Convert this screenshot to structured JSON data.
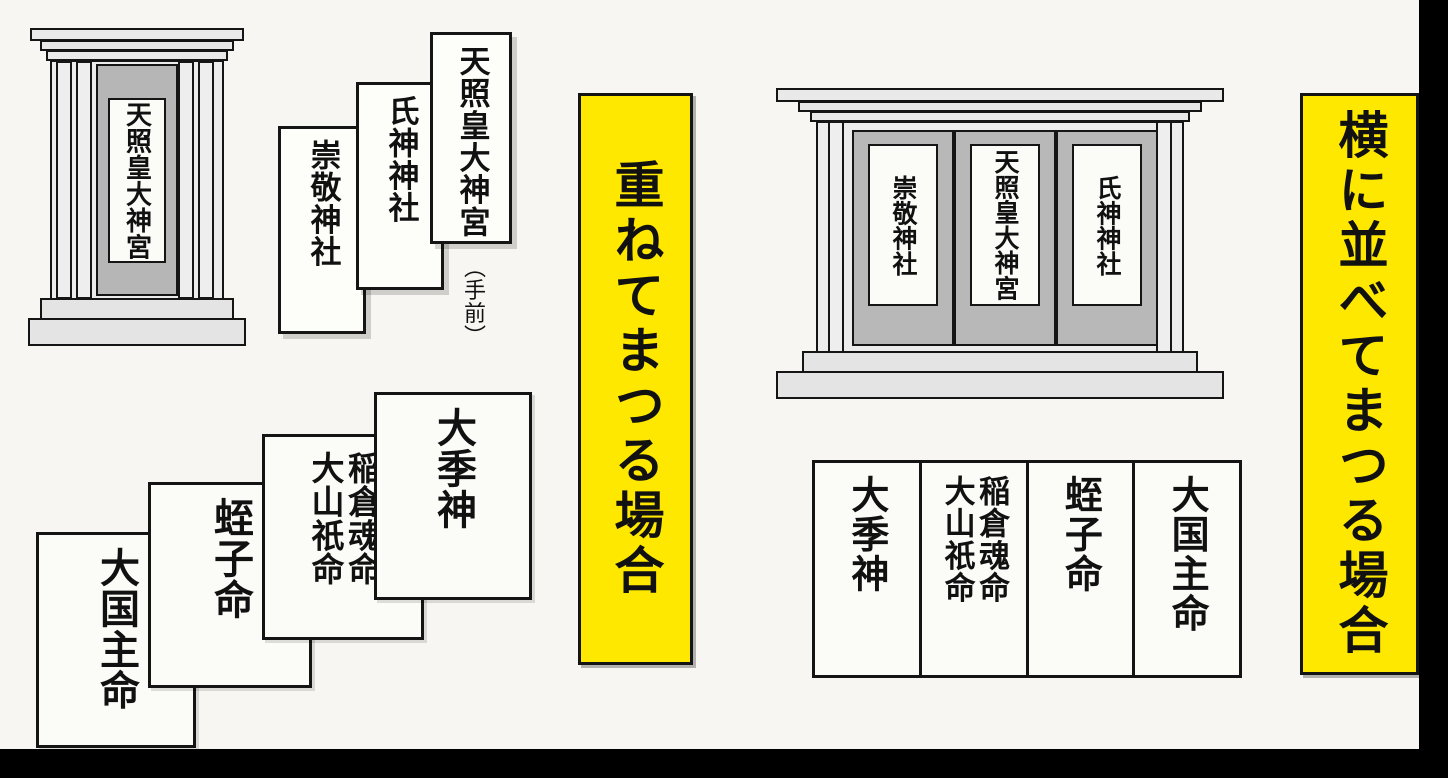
{
  "diagram": {
    "title_left": "重ねてまつる場合",
    "title_right": "横に並べてまつる場合",
    "accent_yellow": "#ffe800",
    "ink_black": "#141414",
    "paper": "#f7f6f2"
  },
  "left_panel": {
    "banner_label": "重ねてまつる場合",
    "shrine": {
      "type": "one-door-shrine",
      "ofuda_label": "天照皇大神宮"
    },
    "stacked_ofuda": [
      {
        "label": "崇敬神社",
        "order": 3
      },
      {
        "label": "氏神神社",
        "order": 2
      },
      {
        "label": "天照皇大神宮",
        "order": 1
      }
    ],
    "front_note": "（手前）",
    "stacked_deities": [
      {
        "label": "大国主命",
        "order": 4
      },
      {
        "label": "蛭子命",
        "order": 3
      },
      {
        "label_right": "稲倉魂命",
        "label_left": "大山祇命",
        "order": 2
      },
      {
        "label": "大季神",
        "order": 1
      }
    ]
  },
  "right_panel": {
    "banner_label": "横に並べてまつる場合",
    "shrine": {
      "type": "three-door-shrine",
      "bays": [
        {
          "position": "left",
          "label": "崇敬神社"
        },
        {
          "position": "center",
          "label": "天照皇大神宮"
        },
        {
          "position": "right",
          "label": "氏神神社"
        }
      ]
    },
    "deity_table": [
      {
        "label": "大季神"
      },
      {
        "label_right": "稲倉魂命",
        "label_left": "大山祇命"
      },
      {
        "label": "蛭子命"
      },
      {
        "label": "大国主命"
      }
    ]
  }
}
